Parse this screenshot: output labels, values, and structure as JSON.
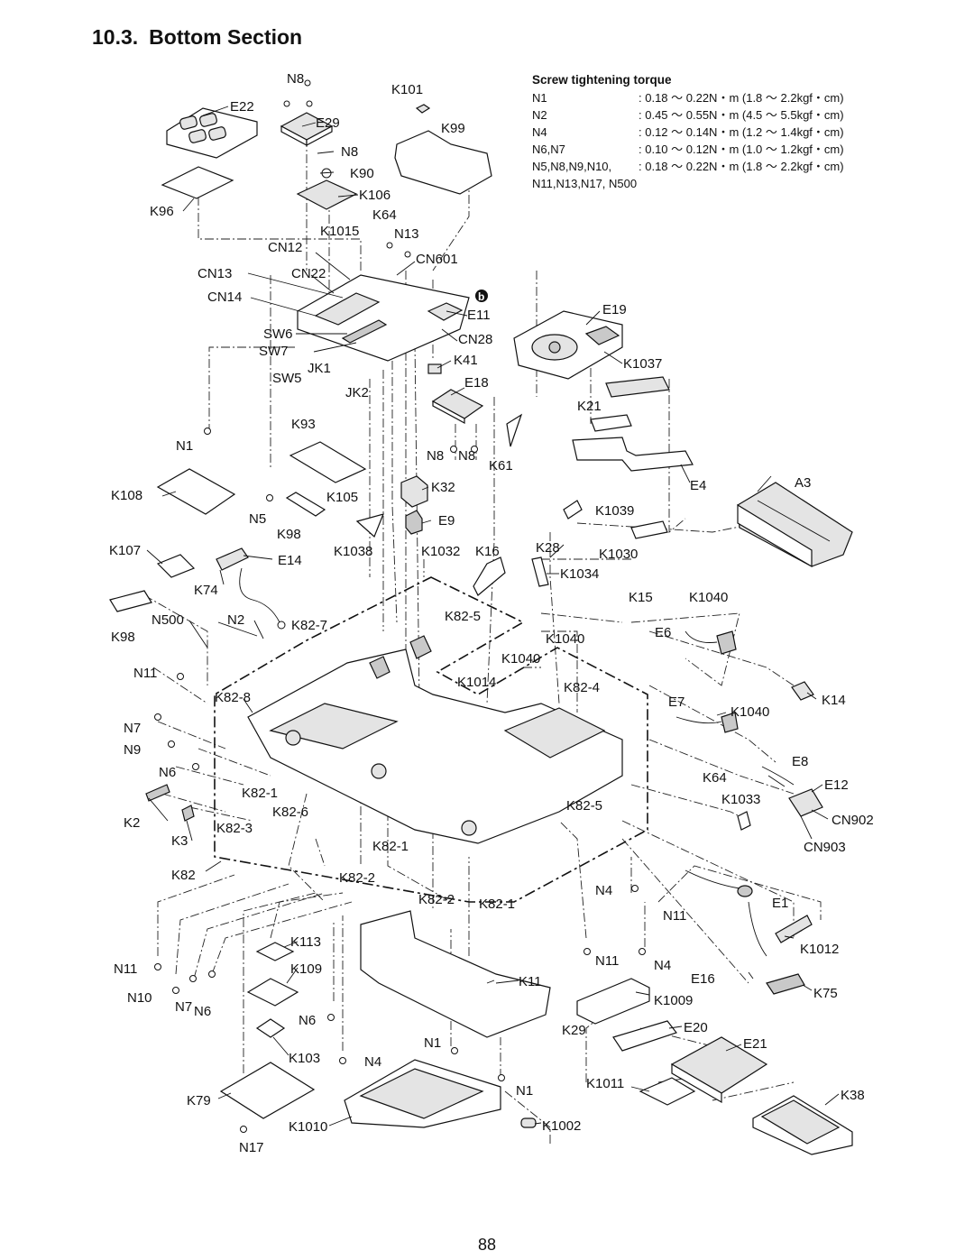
{
  "section": {
    "number": "10.3.",
    "title": "Bottom Section"
  },
  "torque": {
    "heading": "Screw tightening torque",
    "rows": [
      {
        "screws": "N1",
        "value": ":  0.18 ～ 0.22N・m (1.8 ～ 2.2kgf・cm)"
      },
      {
        "screws": "N2",
        "value": ":  0.45 ～ 0.55N・m (4.5 ～ 5.5kgf・cm)"
      },
      {
        "screws": "N4",
        "value": ":  0.12 ～ 0.14N・m (1.2 ～ 1.4kgf・cm)"
      },
      {
        "screws": "N6,N7",
        "value": ":  0.10 ～ 0.12N・m (1.0 ～ 1.2kgf・cm)"
      },
      {
        "screws": "N5,N8,N9,N10,",
        "value": ":  0.18 ～ 0.22N・m (1.8 ～ 2.2kgf・cm)"
      }
    ],
    "continuation": "N11,N13,N17, N500"
  },
  "labels": {
    "N8_top": "N8",
    "K101": "K101",
    "E22": "E22",
    "E29": "E29",
    "K99": "K99",
    "N8_b": "N8",
    "K90": "K90",
    "K106": "K106",
    "K96": "K96",
    "K64_top": "K64",
    "K1015": "K1015",
    "N13": "N13",
    "CN12": "CN12",
    "CN601": "CN601",
    "CN13": "CN13",
    "CN22": "CN22",
    "CN14": "CN14",
    "b_marker": "b",
    "E11": "E11",
    "E19": "E19",
    "SW6": "SW6",
    "CN28": "CN28",
    "SW7": "SW7",
    "K41": "K41",
    "K1037": "K1037",
    "SW5": "SW5",
    "JK1": "JK1",
    "E18": "E18",
    "JK2": "JK2",
    "K21": "K21",
    "K93": "K93",
    "N1_a": "N1",
    "N8_c": "N8",
    "N8_d": "N8",
    "K61": "K61",
    "A3": "A3",
    "K108": "K108",
    "K32": "K32",
    "E4": "E4",
    "K105": "K105",
    "K1039": "K1039",
    "N5": "N5",
    "E9": "E9",
    "K98_a": "K98",
    "K107": "K107",
    "K1038": "K1038",
    "K1032": "K1032",
    "K16": "K16",
    "K28": "K28",
    "K1030": "K1030",
    "E14": "E14",
    "K1034": "K1034",
    "K74": "K74",
    "K15": "K15",
    "K1040_a": "K1040",
    "N500": "N500",
    "N2": "N2",
    "K82-7": "K82-7",
    "K82-5_a": "K82-5",
    "K98_b": "K98",
    "E6": "E6",
    "K1040_b": "K1040",
    "N11_a": "N11",
    "K1040_c": "K1040",
    "K1014": "K1014",
    "K82-4": "K82-4",
    "K82-8": "K82-8",
    "K14": "K14",
    "E7": "E7",
    "K1040_d": "K1040",
    "N7_a": "N7",
    "N9": "N9",
    "N6_a": "N6",
    "E8": "E8",
    "K64_b": "K64",
    "E12": "E12",
    "K82-1_a": "K82-1",
    "K1033": "K1033",
    "K82-6": "K82-6",
    "K82-5_b": "K82-5",
    "K2": "K2",
    "CN902": "CN902",
    "K82-3": "K82-3",
    "K3": "K3",
    "K82-1_b": "K82-1",
    "CN903": "CN903",
    "K82": "K82",
    "K82-2_a": "K82-2",
    "N4_a": "N4",
    "K82-2_b": "K82-2",
    "K82-1_c": "K82-1",
    "E1": "E1",
    "N11_b": "N11",
    "K113": "K113",
    "K1012": "K1012",
    "N11_c": "N11",
    "K109": "K109",
    "N11_d": "N11",
    "N4_b": "N4",
    "N10": "N10",
    "N7_b": "N7",
    "N6_b": "N6",
    "K11": "K11",
    "E16": "E16",
    "K75": "K75",
    "K1009": "K1009",
    "N6_c": "N6",
    "K29": "K29",
    "E20": "E20",
    "N1_b": "N1",
    "E21": "E21",
    "K103": "K103",
    "N4_c": "N4",
    "K1011": "K1011",
    "N1_c": "N1",
    "K38": "K38",
    "K79": "K79",
    "K1010": "K1010",
    "K1002": "K1002",
    "N17": "N17"
  },
  "page_number": "88"
}
